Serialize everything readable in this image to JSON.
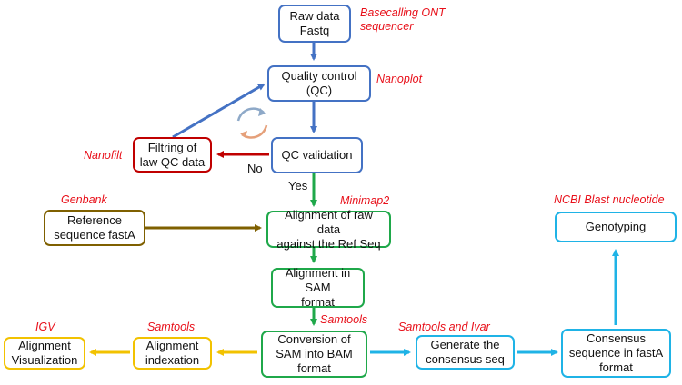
{
  "nodes": {
    "raw_data": "Raw data\nFastq",
    "quality_control": "Quality control\n(QC)",
    "qc_validation": "QC validation",
    "filtering": "Filtring of\nlaw QC data",
    "reference": "Reference\nsequence fastA",
    "alignment_raw": "Alignment of raw data\nagainst the Ref Seq",
    "alignment_sam": "Alignment in SAM\nformat",
    "conversion": "Conversion of\nSAM into BAM\nformat",
    "alignment_indexation": "Alignment\nindexation",
    "alignment_visualization": "Alignment\nVisualization",
    "generate_consensus": "Generate the\nconsensus seq",
    "consensus_sequence": "Consensus\nsequence in fastA\nformat",
    "genotyping": "Genotyping"
  },
  "tools": {
    "basecalling": "Basecalling ONT\nsequencer",
    "nanoplot": "Nanoplot",
    "nanofilt": "Nanofilt",
    "genbank": "Genbank",
    "minimap2": "Minimap2",
    "samtools_conversion": "Samtools",
    "samtools_indexation": "Samtools",
    "igv": "IGV",
    "samtools_ivar": "Samtools and Ivar",
    "ncbi_blast": "NCBI Blast nucleotide"
  },
  "edge_labels": {
    "no": "No",
    "yes": "Yes"
  },
  "colors": {
    "blue": "#4472c4",
    "red": "#c00000",
    "green": "#1fa84a",
    "olive": "#7f6000",
    "cyan": "#1fb3e6",
    "gold": "#f2c200",
    "tool_text": "#e8101a"
  }
}
